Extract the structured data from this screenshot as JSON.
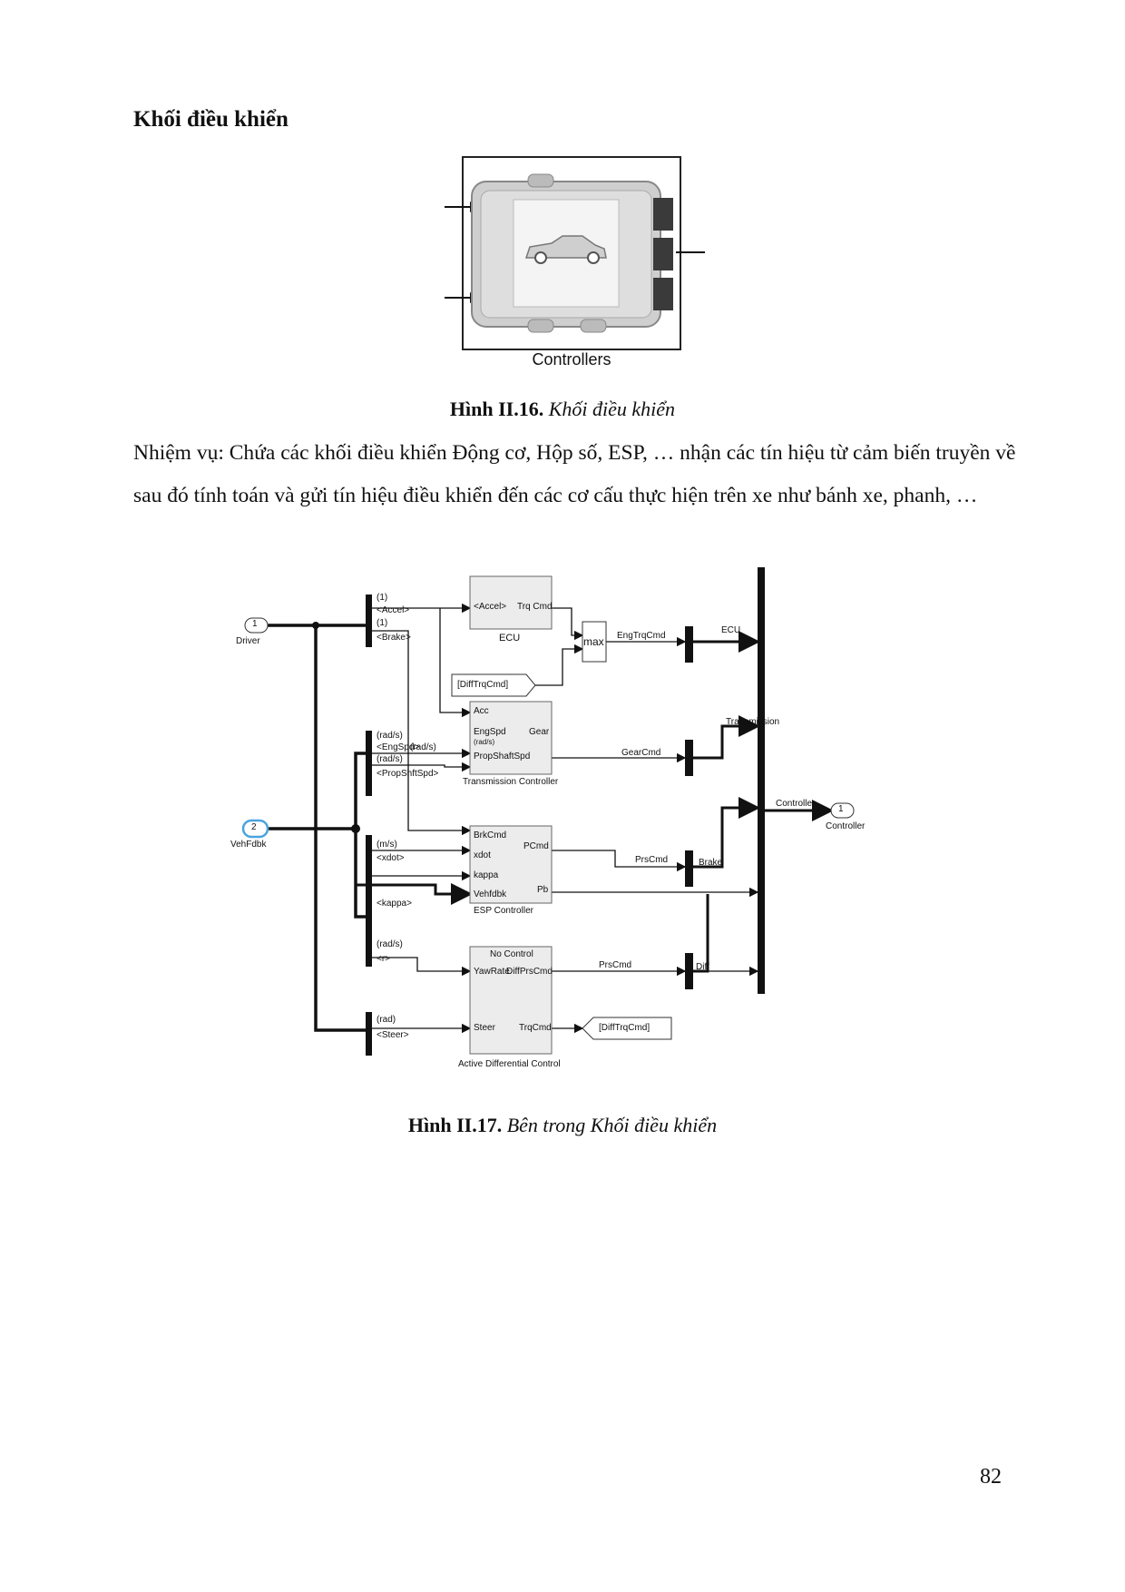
{
  "heading": "Khối điều khiển",
  "fig16": {
    "block_label": "Controllers",
    "caption_num": "Hình II.16.",
    "caption_text": "Khối điều khiển"
  },
  "paragraph": "Nhiệm vụ: Chứa các khối điều khiển Động cơ, Hộp số, ESP, … nhận các tín hiệu từ cảm biến truyền về sau đó tính toán và gửi tín hiệu điều khiển đến các cơ cấu thực hiện trên xe như bánh xe, phanh, …",
  "fig17": {
    "caption_num": "Hình II.17.",
    "caption_text": "Bên trong Khối điều khiển",
    "inports": [
      {
        "num": "1",
        "name": "Driver"
      },
      {
        "num": "2",
        "name": "VehFdbk"
      }
    ],
    "outport": {
      "num": "1",
      "name": "Controller"
    },
    "bus_labels": {
      "b1_1": "(1)",
      "b1_2": "<Accel>",
      "b1_3": "(1)",
      "b1_4": "<Brake>",
      "b2_1": "(rad/s)",
      "b2_2": "<EngSpd>",
      "b2_3": "(rad/s)",
      "b2_4": "<PropShftSpd>",
      "b2_5": "(rad/s)",
      "b3_1": "(m/s)",
      "b3_2": "<xdot>",
      "b3_3": "<kappa>",
      "b3_4": "(rad/s)",
      "b3_5": "<r>",
      "b4_1": "(rad)",
      "b4_2": "<Steer>"
    },
    "ecu": {
      "name": "ECU",
      "in": "<Accel>",
      "out": "Trq Cmd"
    },
    "max_label": "max",
    "from_tag": "[DiffTrqCmd]",
    "goto_tag": "[DiffTrqCmd]",
    "transmission": {
      "name": "Transmission Controller",
      "in1": "Acc",
      "in2": "EngSpd",
      "in2_unit": "(rad/s)",
      "in3": "PropShaftSpd",
      "out": "Gear"
    },
    "esp": {
      "name": "ESP Controller",
      "in1": "BrkCmd",
      "in2": "xdot",
      "in3": "kappa",
      "in4": "Vehfdbk",
      "out1": "PCmd",
      "out2": "Pb"
    },
    "adc": {
      "name": "Active Differential Control",
      "title": "No Control",
      "in1": "YawRate",
      "in2": "Steer",
      "out1": "DiffPrsCmd",
      "out2": "TrqCmd"
    },
    "signals": {
      "eng": "EngTrqCmd",
      "gear": "GearCmd",
      "prs1": "PrsCmd",
      "prs2": "PrsCmd"
    },
    "mux_labels": {
      "ecu": "ECU",
      "trans": "Transmission",
      "brake": "Brake",
      "diff": "Diff",
      "ctrl": "Controller"
    }
  },
  "page_number": "82"
}
